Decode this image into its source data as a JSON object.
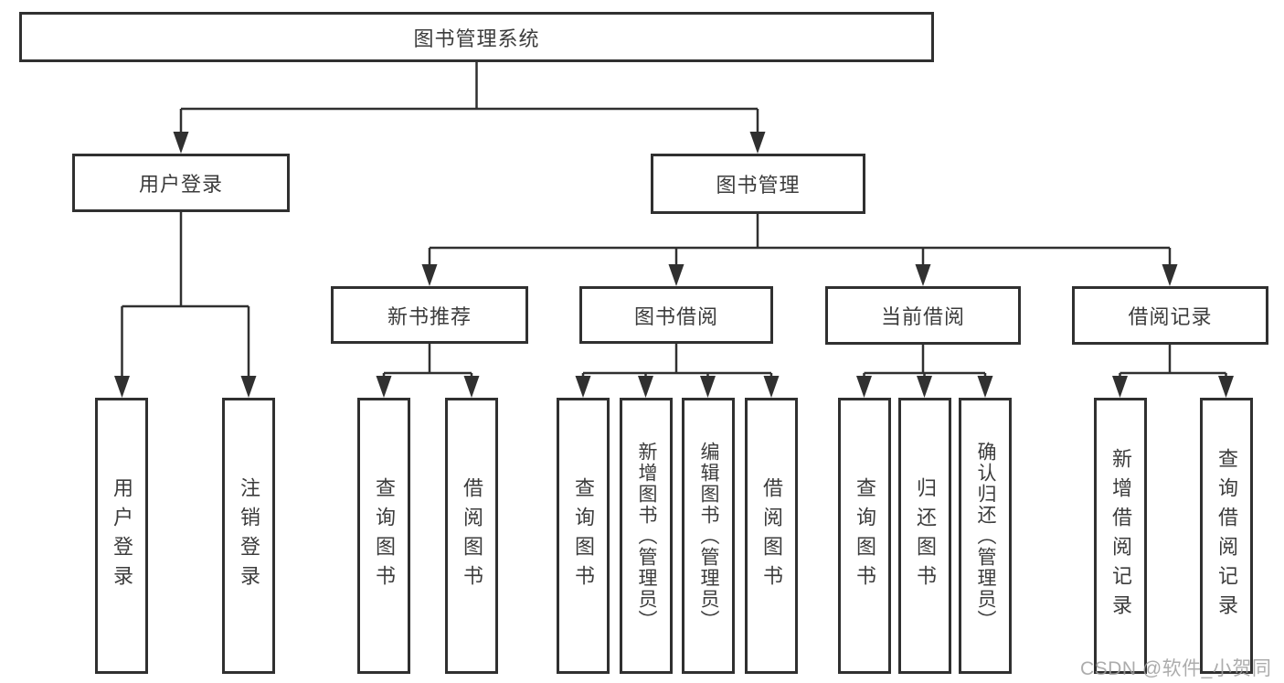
{
  "diagram_type": "hierarchy-tree",
  "watermark": "CSDN @软件_小贺同学",
  "colors": {
    "line": "#303030",
    "box-border": "#303030",
    "box-bg": "#ffffff",
    "text": "#3c3c3c",
    "background": "#ffffff",
    "watermark": "#9e9e9e"
  },
  "tree": {
    "label": "图书管理系统",
    "children": [
      {
        "label": "用户登录",
        "children": [
          {
            "label": "用户登录"
          },
          {
            "label": "注销登录"
          }
        ]
      },
      {
        "label": "图书管理",
        "children": [
          {
            "label": "新书推荐",
            "children": [
              {
                "label": "查询图书"
              },
              {
                "label": "借阅图书"
              }
            ]
          },
          {
            "label": "图书借阅",
            "children": [
              {
                "label": "查询图书"
              },
              {
                "label": "新增图书（管理员）"
              },
              {
                "label": "编辑图书（管理员）"
              },
              {
                "label": "借阅图书"
              }
            ]
          },
          {
            "label": "当前借阅",
            "children": [
              {
                "label": "查询图书"
              },
              {
                "label": "归还图书"
              },
              {
                "label": "确认归还（管理员）"
              }
            ]
          },
          {
            "label": "借阅记录",
            "children": [
              {
                "label": "新增借阅记录"
              },
              {
                "label": "查询借阅记录"
              }
            ]
          }
        ]
      }
    ]
  }
}
